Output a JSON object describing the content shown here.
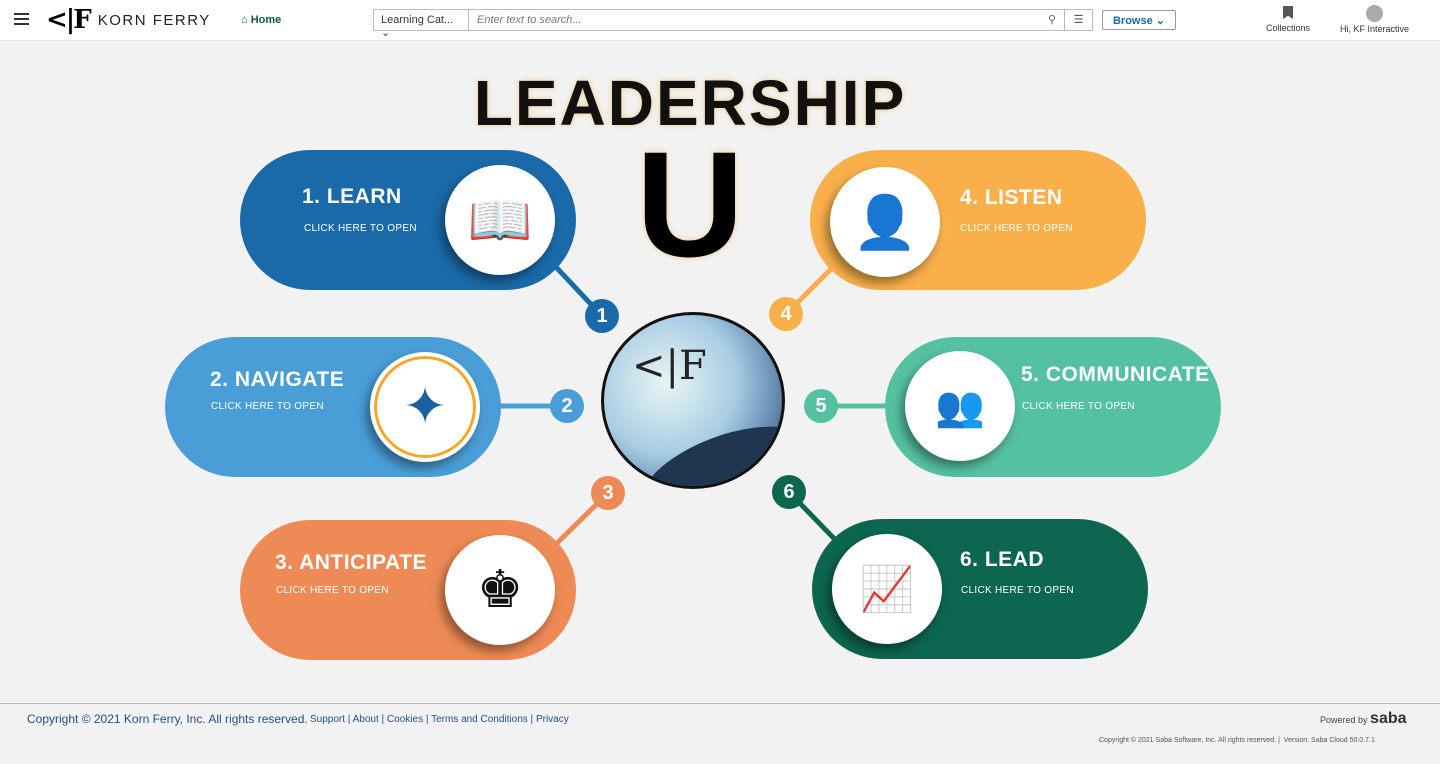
{
  "header": {
    "brand": "KORN FERRY",
    "brand_mark": "KF",
    "home": "Home",
    "search_category": "Learning Cat...",
    "search_placeholder": "Enter text to search...",
    "browse": "Browse",
    "collections": "Collections",
    "user": "Hi, KF Interactive"
  },
  "main": {
    "title": "LEADERSHIP",
    "title_letter": "U",
    "items": [
      {
        "num": "1",
        "label": "1. LEARN",
        "sub": "CLICK HERE TO OPEN",
        "color": "#1a6aaa",
        "icon": "book-icon"
      },
      {
        "num": "2",
        "label": "2. NAVIGATE",
        "sub": "CLICK HERE TO OPEN",
        "color": "#4a9ed8",
        "icon": "compass-icon"
      },
      {
        "num": "3",
        "label": "3. ANTICIPATE",
        "sub": "CLICK HERE TO OPEN",
        "color": "#ee8a55",
        "icon": "chess-king-icon"
      },
      {
        "num": "4",
        "label": "4. LISTEN",
        "sub": "CLICK HERE TO OPEN",
        "color": "#f9b04b",
        "icon": "listener-icon"
      },
      {
        "num": "5",
        "label": "5. COMMUNICATE",
        "sub": "CLICK HERE TO OPEN",
        "color": "#55c1a3",
        "icon": "two-heads-icon"
      },
      {
        "num": "6",
        "label": "6. LEAD",
        "sub": "CLICK HERE TO OPEN",
        "color": "#0d6650",
        "icon": "team-growth-icon"
      }
    ]
  },
  "footer": {
    "copyright": "Copyright © 2021 Korn Ferry, Inc. All rights reserved.",
    "links": [
      "Support",
      "About",
      "Cookies",
      "Terms and Conditions",
      "Privacy"
    ],
    "powered_by": "Powered by",
    "saba": "saba",
    "saba_copyright": "Copyright © 2021 Saba Software, Inc. All rights reserved. |",
    "version": "Version: Saba Cloud 50.0.7.1"
  }
}
